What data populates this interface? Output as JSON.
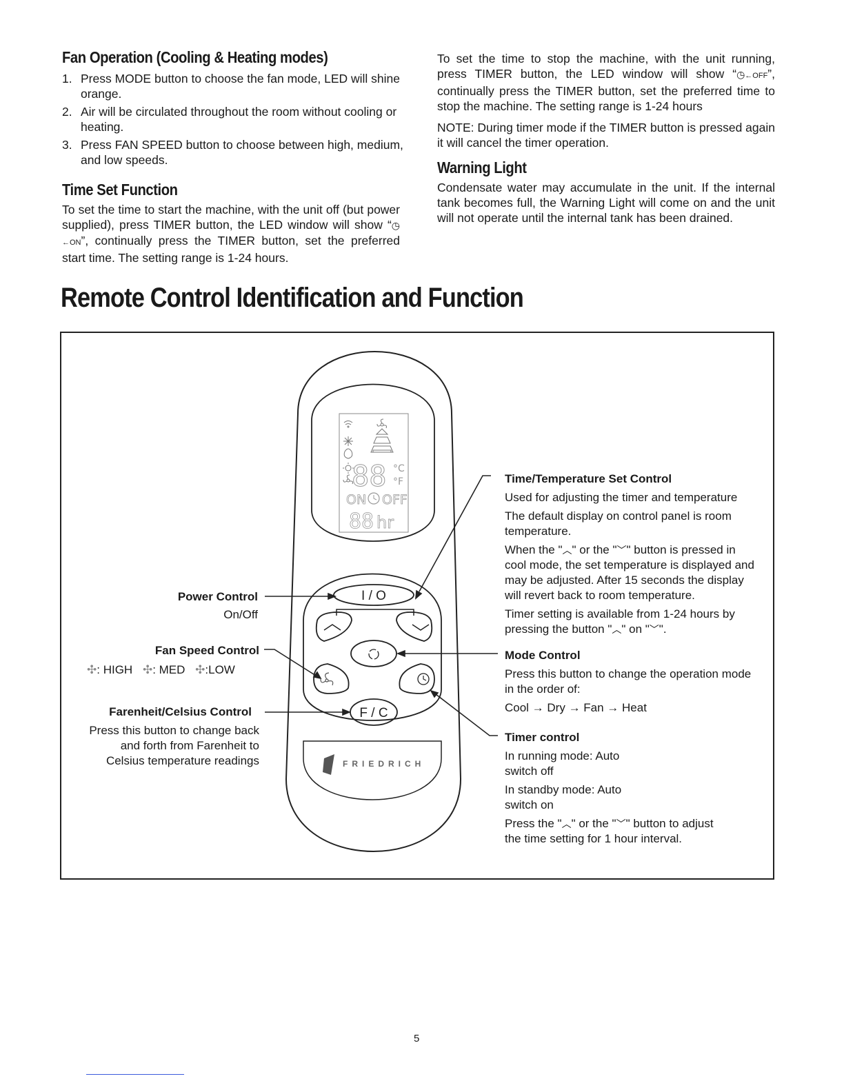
{
  "fan_op": {
    "heading": "Fan Operation (Cooling & Heating modes)",
    "steps": [
      {
        "num": "1.",
        "text": "Press MODE button to choose the fan mode, LED will shine orange."
      },
      {
        "num": "2.",
        "text": "Air will be circulated throughout the room without cooling or heating."
      },
      {
        "num": "3.",
        "text": "Press FAN SPEED button to choose between high, medium, and low speeds."
      }
    ]
  },
  "time_set": {
    "heading": "Time Set Function",
    "p1_before": "To set the time to start the machine, with the unit off (but power supplied), press TIMER button, the LED window will show “",
    "on_code": "←ON",
    "p1_after": "”, continually press the TIMER button, set the preferred start time.  The setting range is 1-24 hours.",
    "p2_before": "To set the time to stop the machine, with the unit running, press TIMER button, the LED window will show “",
    "off_code": "←OFF",
    "p2_after": "”, continually press the TIMER button, set the preferred time to stop the machine.  The setting range is 1-24 hours",
    "note": "NOTE:  During timer mode if the TIMER button is pressed again it will cancel the timer operation."
  },
  "warning": {
    "heading": "Warning Light",
    "text": "Condensate water may accumulate in the unit. If the internal tank becomes full, the Warning Light will come on and the unit will not operate until the internal tank has been drained."
  },
  "remote_heading": "Remote Control Identification and Function",
  "remote": {
    "lcd_digits": "88",
    "lcd_c": "°C",
    "lcd_f": "°F",
    "lcd_on": "ON",
    "lcd_off": "OFF",
    "lcd_hr_digits": "88",
    "lcd_hr": "hr",
    "btn_power": "I / O",
    "btn_fc": "F / C",
    "brand": "FRIEDRICH"
  },
  "labels": {
    "power_title": "Power Control",
    "power_sub": "On/Off",
    "fan_title": "Fan Speed Control",
    "fan_high": ": HIGH",
    "fan_med": ": MED",
    "fan_low": ":LOW",
    "fc_title": "Farenheit/Celsius Control",
    "fc_desc": "Press this button to change back and forth from Farenheit to Celsius temperature readings",
    "tt_title": "Time/Temperature Set Control",
    "tt_p1": "Used for adjusting the timer and temperature",
    "tt_p2": "The default display on control panel is room temperature.",
    "tt_p3a": "When the \"",
    "tt_p3b": "\" or the \"",
    "tt_p3c": "\" button is pressed in cool mode, the set temperature is displayed and may be adjusted. After 15 seconds the display will revert back to room temperature.",
    "tt_p4a": "Timer setting is available from 1-24 hours by pressing the button \"",
    "tt_p4b": "\" on \"",
    "tt_p4c": "\".",
    "mode_title": "Mode Control",
    "mode_desc": "Press this button to change the operation mode in the order of:",
    "mode_cycle": "Cool → Dry → Fan → Heat",
    "timer_title": "Timer control",
    "timer_p1": "In running mode: Auto switch off",
    "timer_p2": "In standby mode: Auto switch on",
    "timer_p3a": "Press the \"",
    "timer_p3b": "\" or the \"",
    "timer_p3c": "\" button to adjust the time setting for 1 hour interval."
  },
  "page_number": "5",
  "colors": {
    "text": "#1a1a1a",
    "border": "#222222",
    "footer_rule": "#3b5bdb"
  }
}
